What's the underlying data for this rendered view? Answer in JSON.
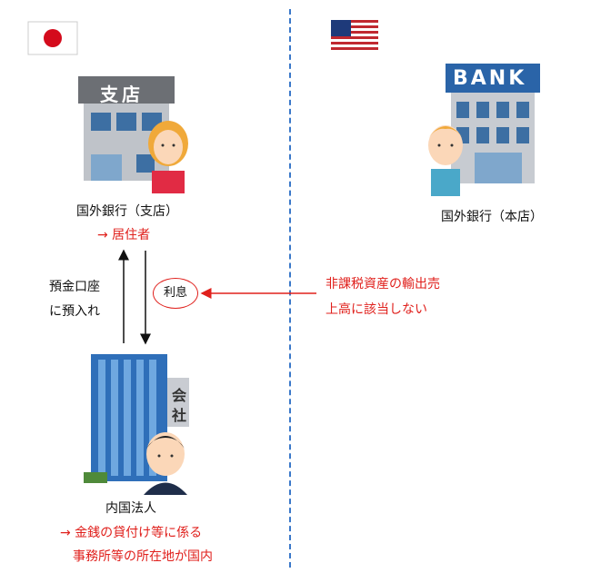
{
  "japan_side": {
    "flag_icon": "japan-flag-icon",
    "branch_building": {
      "sign_text": "支店",
      "icon": "branch-building-icon"
    },
    "branch_person_icon": "woman-banker-icon",
    "branch_label": "国外銀行（支店）",
    "branch_status": "→ 居住者",
    "deposit_label_line1": "預金口座",
    "deposit_label_line2": "に預入れ",
    "interest_label": "利息",
    "company_building": {
      "sign_text_1": "会",
      "sign_text_2": "社",
      "icon": "company-building-icon"
    },
    "company_person_icon": "businessman-icon",
    "company_label": "内国法人",
    "company_note_line1": "→ 金銭の貸付け等に係る",
    "company_note_line2": "事務所等の所在地が国内"
  },
  "us_side": {
    "flag_icon": "usa-flag-icon",
    "bank_building": {
      "sign_text": "BANK",
      "icon": "bank-building-icon"
    },
    "bank_person_icon": "male-banker-icon",
    "bank_label": "国外銀行（本店）",
    "note_line1": "非課税資産の輸出売",
    "note_line2": "上高に該当しない"
  },
  "colors": {
    "accent_red": "#e0201c",
    "divider_blue": "#3a78c9"
  }
}
